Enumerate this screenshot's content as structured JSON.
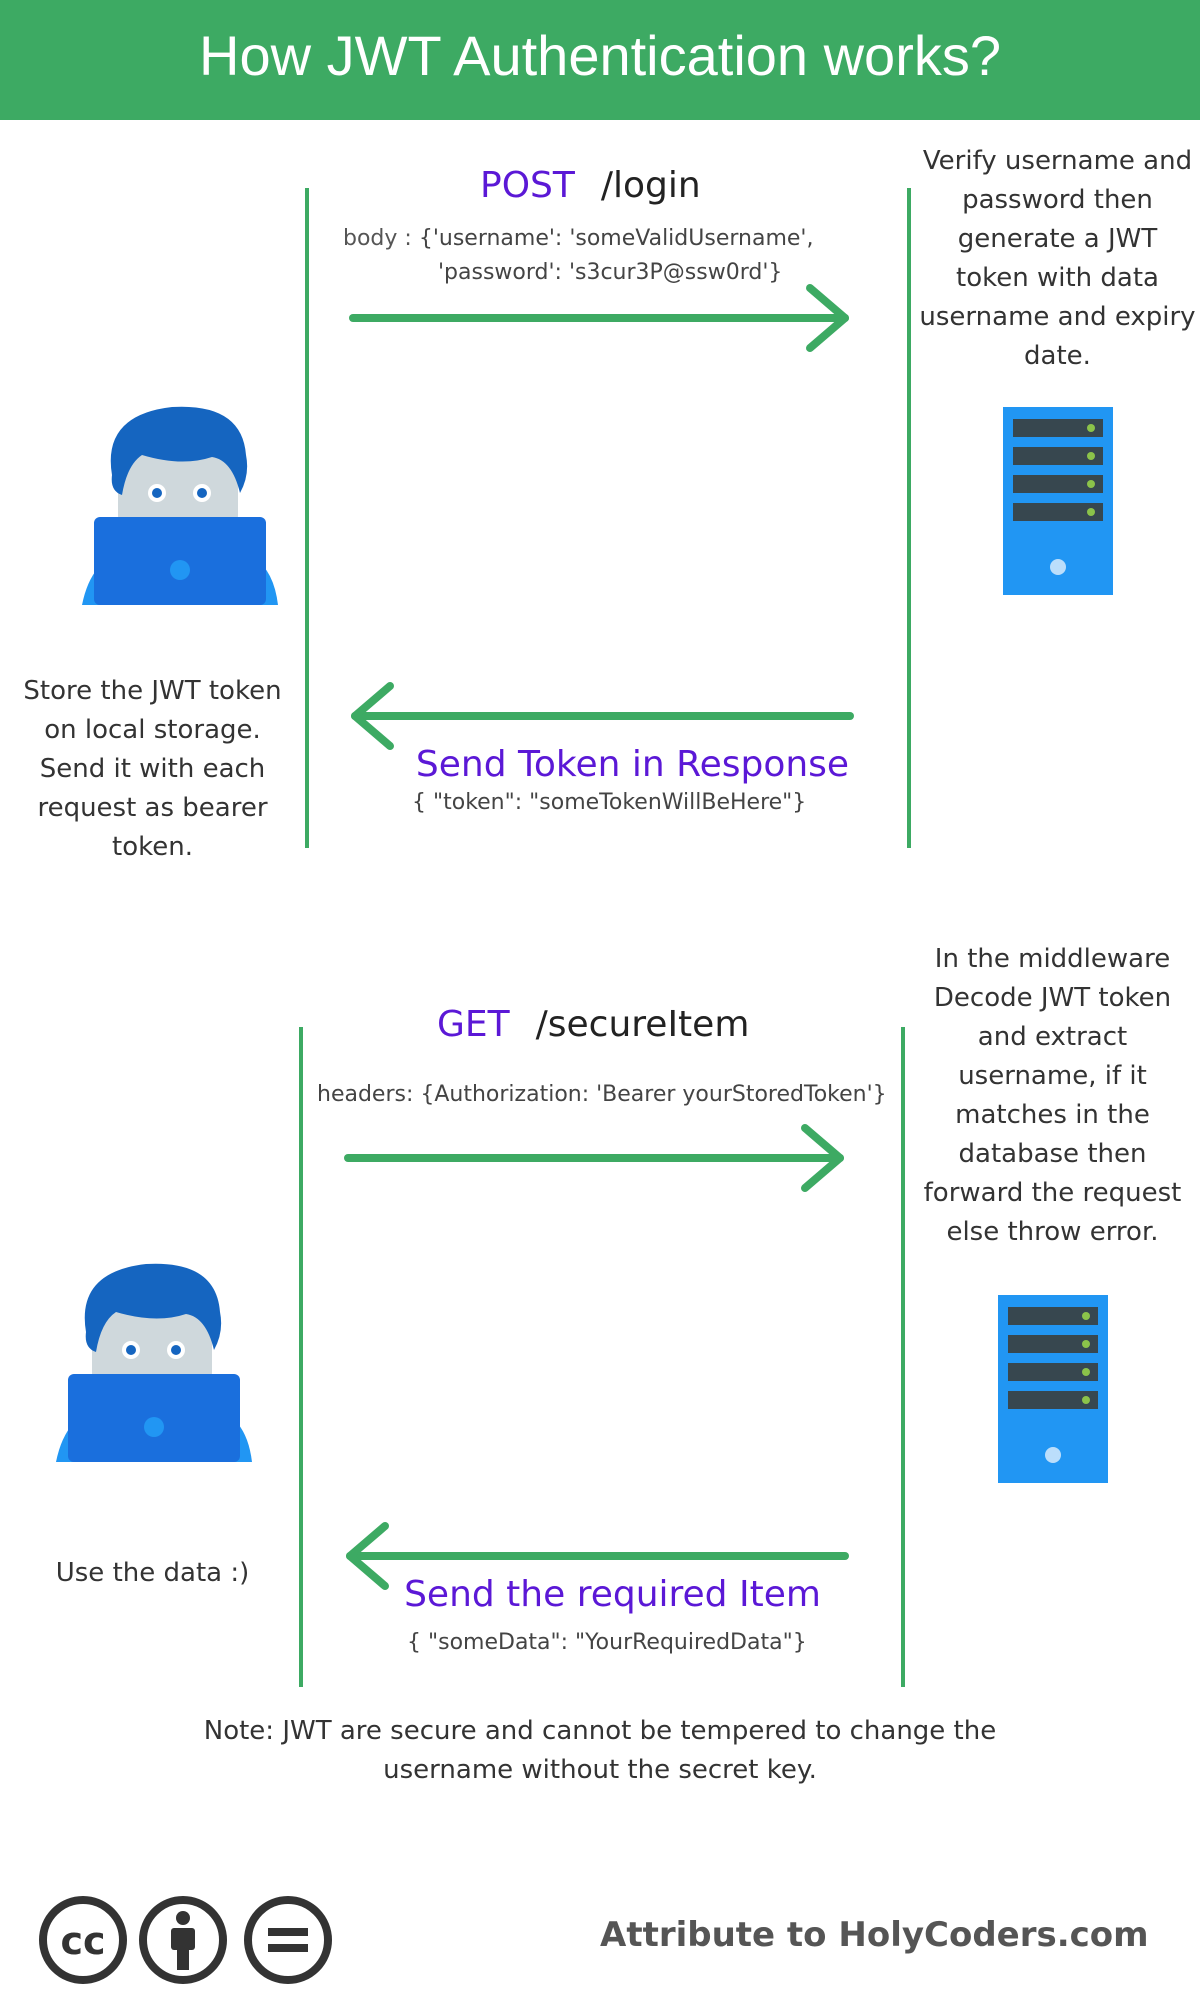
{
  "header": {
    "title": "How JWT Authentication works?"
  },
  "flow1": {
    "method": "POST",
    "path": "/login",
    "body_label": "body :",
    "body_line1": "{'username': 'someValidUsername',",
    "body_line2": "'password': 's3cur3P@ssw0rd'}",
    "server_note": "Verify username and\npassword then\ngenerate a JWT\ntoken with data\nusername and expiry\ndate.",
    "client_note": "Store the JWT token\non local storage.\nSend it with each\nrequest as bearer\ntoken.",
    "response_title": "Send Token in Response",
    "response_body": "{    \"token\": \"someTokenWillBeHere\"}"
  },
  "flow2": {
    "method": "GET",
    "path": "/secureItem",
    "headers_text": "headers:  {Authorization: 'Bearer yourStoredToken'}",
    "server_note": "In the middleware\nDecode JWT token\nand extract\nusername, if it\nmatches in the\ndatabase then\nforward the request\nelse throw error.",
    "client_note": "Use the data :)",
    "response_title": "Send the required Item",
    "response_body": "{    \"someData\": \"YourRequiredData\"}"
  },
  "footer": {
    "note": "Note: JWT are secure and cannot be tempered  to change the username without the secret key.",
    "attribution": "Attribute to  HolyCoders.com",
    "license_icons": [
      "cc-icon",
      "attribution-icon",
      "no-derivatives-icon"
    ]
  },
  "colors": {
    "green": "#3daa63",
    "purple": "#5b18d6",
    "blue": "#1a6fdd",
    "light_blue": "#2196f3"
  }
}
